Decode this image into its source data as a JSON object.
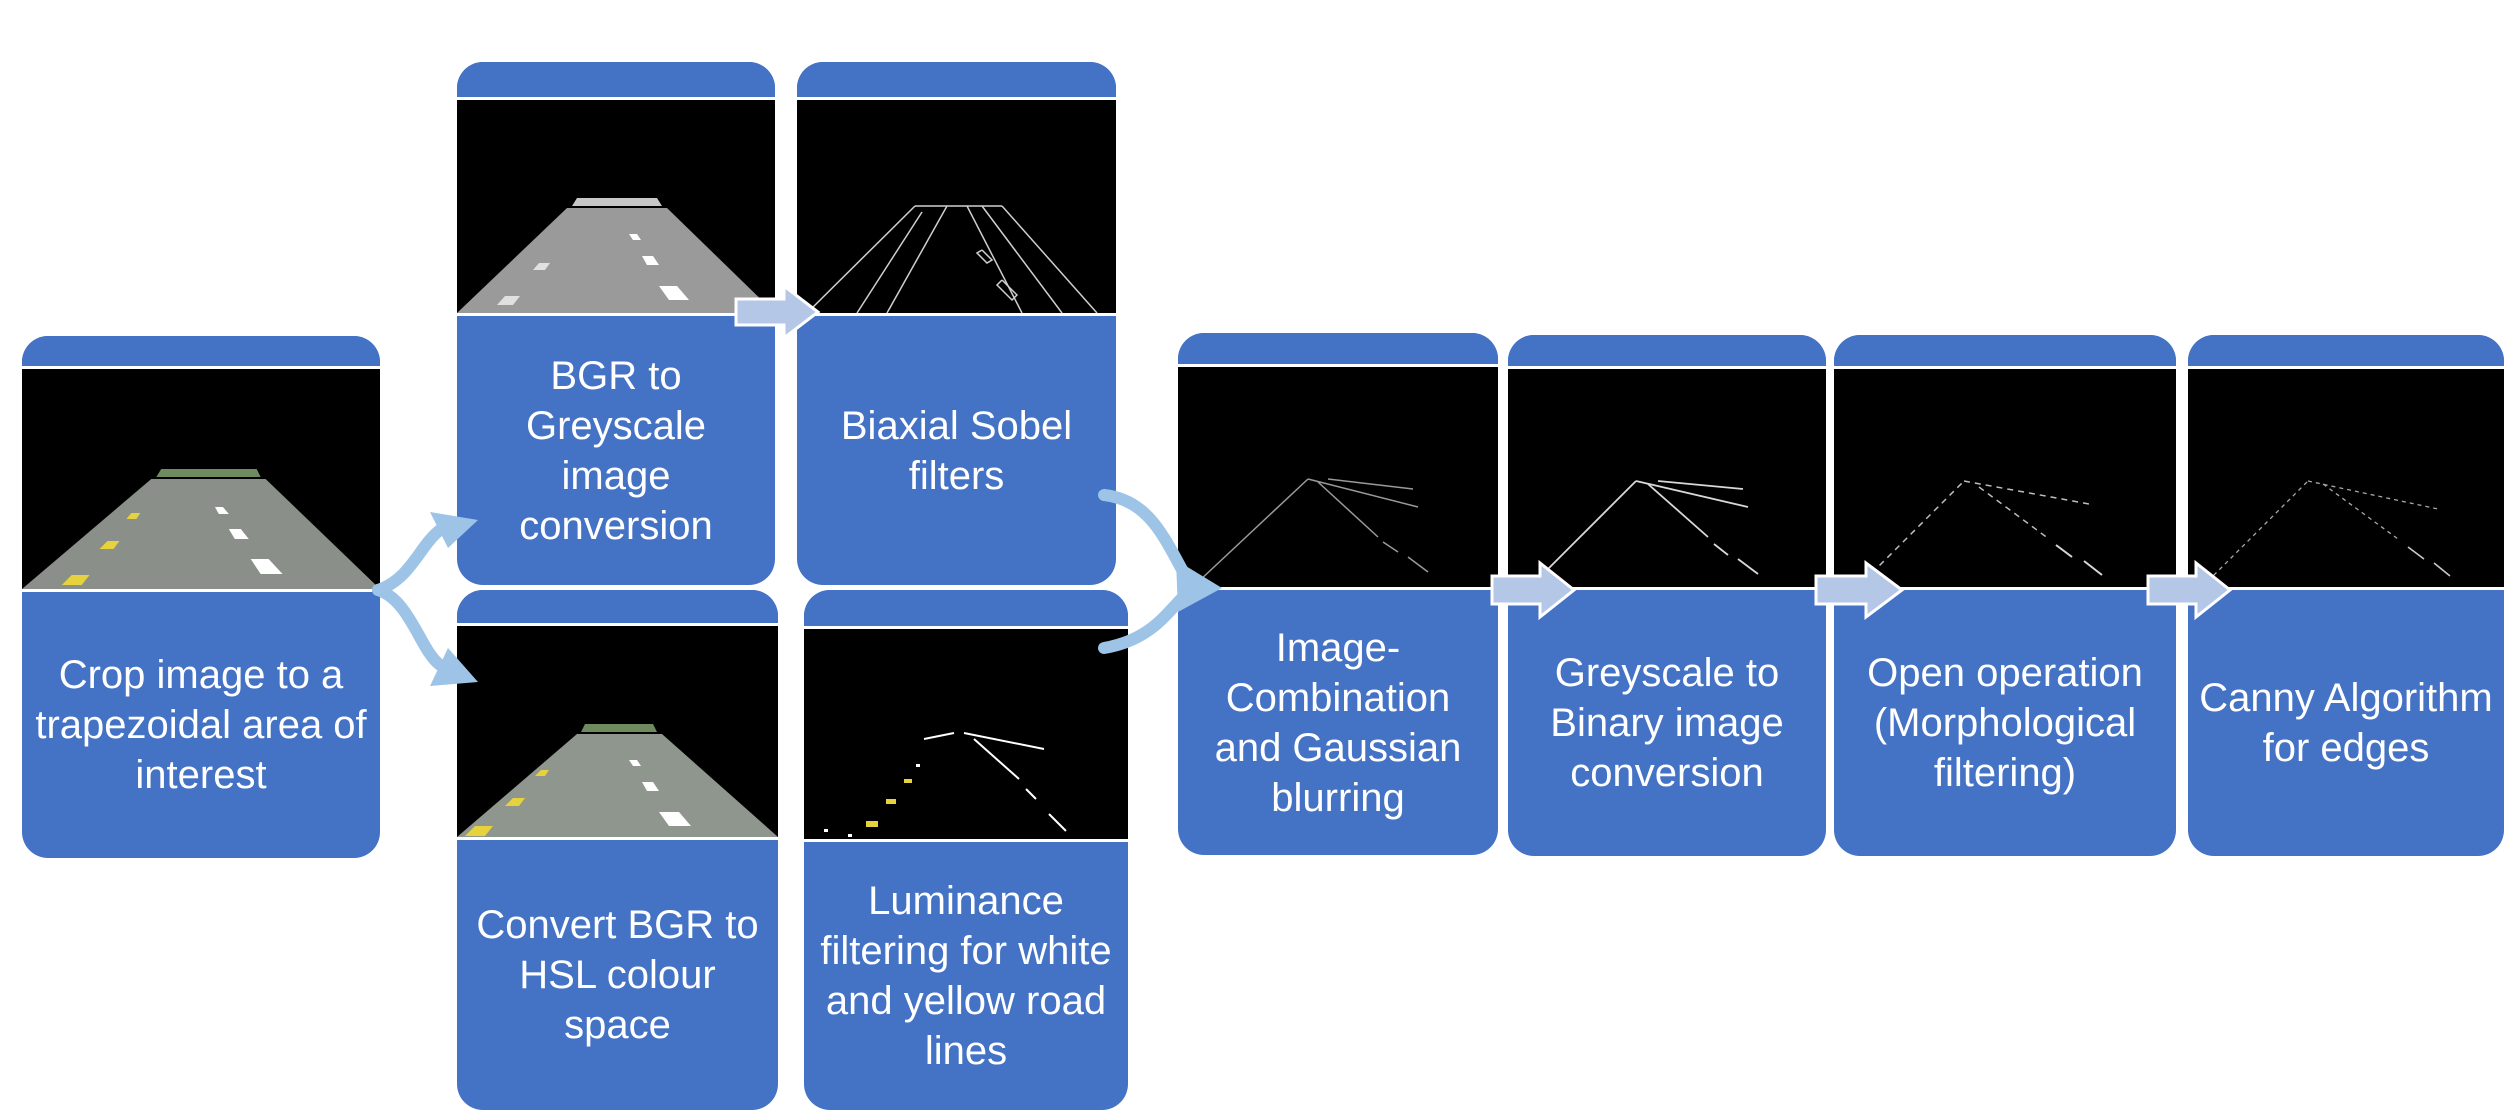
{
  "colors": {
    "card": "#4472c4",
    "arrow": "#9dc3e6",
    "arrow_block": "#b4c7e7",
    "road": "#8a9089",
    "lane_white": "#ffffff",
    "lane_yellow": "#e6d23c"
  },
  "steps": [
    {
      "id": "crop",
      "label": "Crop image to a trapezoidal area of interest",
      "image": "road-color-crop"
    },
    {
      "id": "bgr-grey",
      "label": "BGR to Greyscale image conversion",
      "image": "road-greyscale"
    },
    {
      "id": "sobel",
      "label": "Biaxial Sobel filters",
      "image": "sobel-edges"
    },
    {
      "id": "hsl",
      "label": "Convert BGR to HSL colour space",
      "image": "road-hsl"
    },
    {
      "id": "luminance",
      "label": "Luminance filtering for white and yellow road lines",
      "image": "lane-lines-filtered"
    },
    {
      "id": "combine",
      "label": "Image-Combination and Gaussian blurring",
      "image": "combined-lines"
    },
    {
      "id": "binary",
      "label": "Greyscale to Binary image conversion",
      "image": "binary-lines"
    },
    {
      "id": "open",
      "label": "Open operation (Morphological filtering)",
      "image": "opened-lines"
    },
    {
      "id": "canny",
      "label": "Canny Algorithm for edges",
      "image": "canny-edges"
    }
  ]
}
